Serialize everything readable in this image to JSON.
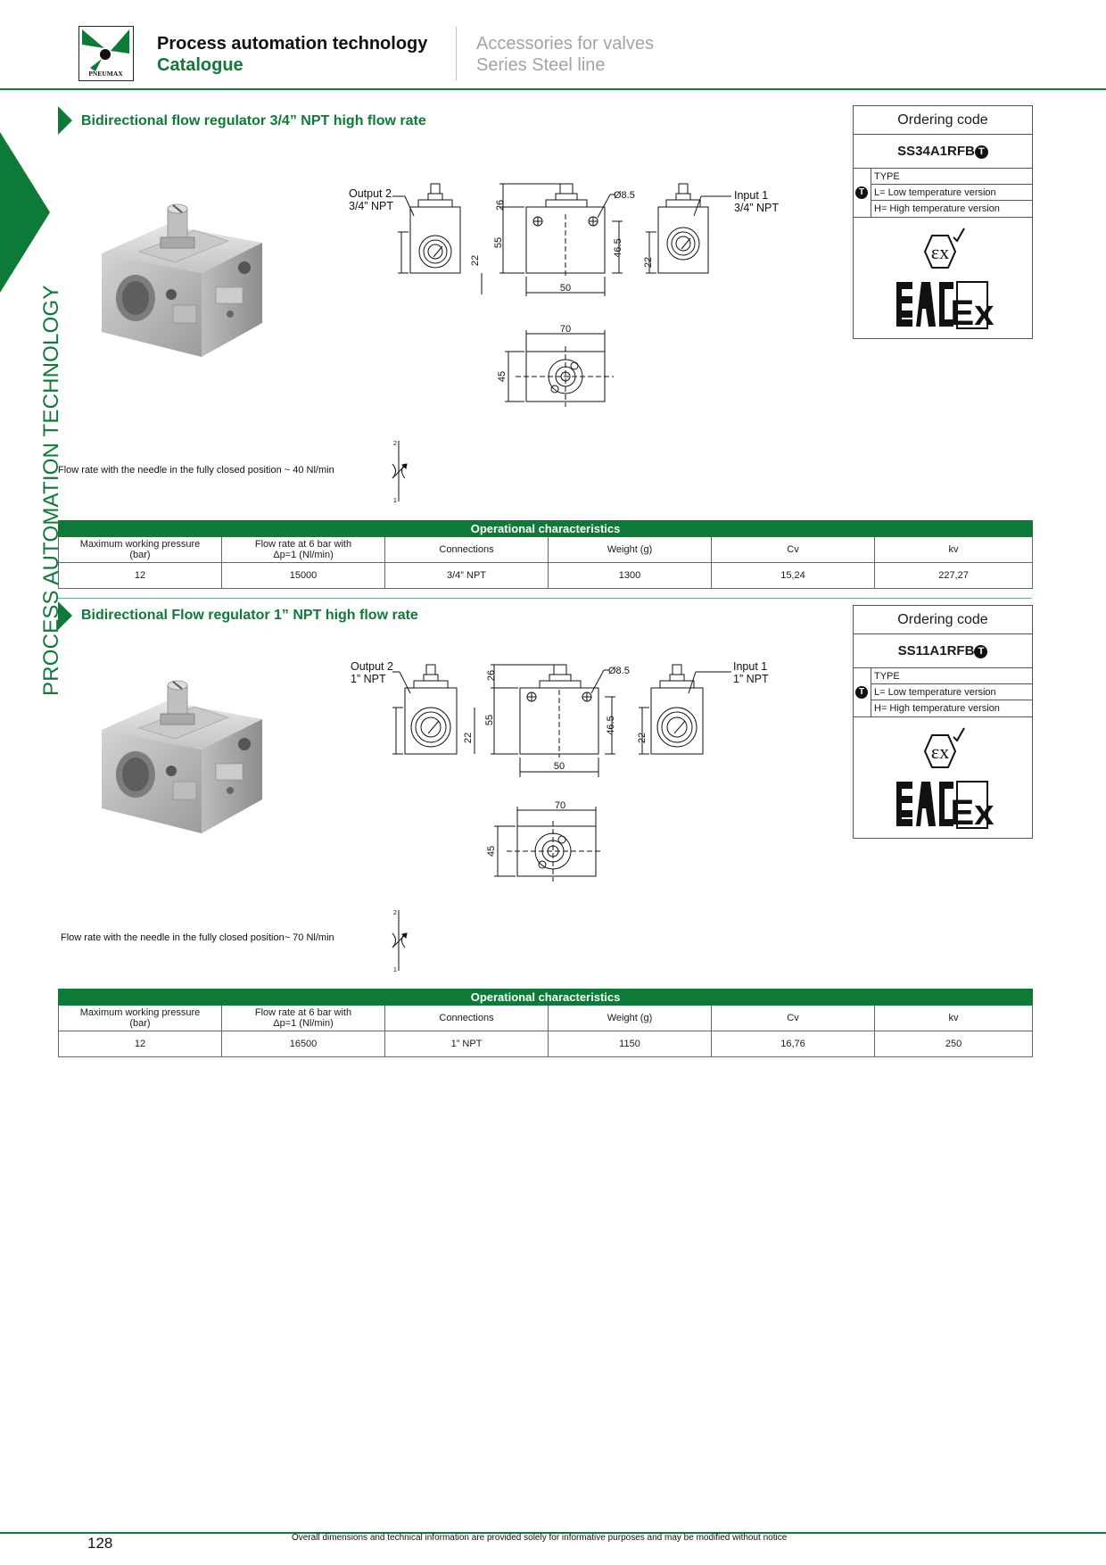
{
  "header": {
    "logo_text": "PNEUMAX",
    "title_line1": "Process automation technology",
    "title_line2": "Catalogue",
    "sub_line1": "Accessories for valves",
    "sub_line2": "Series Steel line"
  },
  "side_tab": "PROCESS AUTOMATION TECHNOLOGY",
  "sections": [
    {
      "title": "Bidirectional flow regulator 3/4” NPT high flow rate",
      "output_label": [
        "Output 2",
        "3/4” NPT"
      ],
      "input_label": [
        "Input 1",
        "3/4” NPT"
      ],
      "dims": {
        "d26": "26",
        "d55": "55",
        "d22a": "22",
        "d22b": "22",
        "d465": "46.5",
        "dia": "Ø8.5",
        "d50": "50",
        "d70": "70",
        "d45": "45"
      },
      "symbol": {
        "top": "2",
        "bottom": "1"
      },
      "flow_note": "Flow rate with the needle in the fully closed position ~ 40 Nl/min",
      "ordering": {
        "title": "Ordering code",
        "code": "SS34A1RFB",
        "badge": "T",
        "type_label": "TYPE",
        "type_l": "L= Low temperature version",
        "type_h": "H= High temperature version"
      },
      "table": {
        "caption": "Operational characteristics",
        "headers": [
          "Maximum working pressure\n(bar)",
          "Flow rate at 6 bar with\nΔp=1 (Nl/min)",
          "Connections",
          "Weight (g)",
          "Cv",
          "kv"
        ],
        "values": [
          "12",
          "15000",
          "3/4” NPT",
          "1300",
          "15,24",
          "227,27"
        ]
      }
    },
    {
      "title": "Bidirectional Flow regulator 1” NPT high flow rate",
      "output_label": [
        "Output 2",
        "1” NPT"
      ],
      "input_label": [
        "Input 1",
        "1” NPT"
      ],
      "dims": {
        "d26": "26",
        "d55": "55",
        "d22a": "22",
        "d22b": "22",
        "d465": "46.5",
        "dia": "Ø8.5",
        "d50": "50",
        "d70": "70",
        "d45": "45"
      },
      "symbol": {
        "top": "2",
        "bottom": "1"
      },
      "flow_note": "Flow rate with the needle in the fully closed position~ 70 Nl/min",
      "ordering": {
        "title": "Ordering code",
        "code": "SS11A1RFB",
        "badge": "T",
        "type_label": "TYPE",
        "type_l": "L= Low temperature version",
        "type_h": "H= High temperature version"
      },
      "table": {
        "caption": "Operational characteristics",
        "headers": [
          "Maximum working pressure\n(bar)",
          "Flow rate at 6 bar with\nΔp=1 (Nl/min)",
          "Connections",
          "Weight (g)",
          "Cv",
          "kv"
        ],
        "values": [
          "12",
          "16500",
          "1” NPT",
          "1150",
          "16,76",
          "250"
        ]
      }
    }
  ],
  "footer": {
    "page_number": "128",
    "note": "Overall dimensions and technical information are provided solely for informative purposes and may be modified without notice"
  },
  "colors": {
    "brand_green": "#0e7a37",
    "header_grey": "#a3a3a3"
  }
}
